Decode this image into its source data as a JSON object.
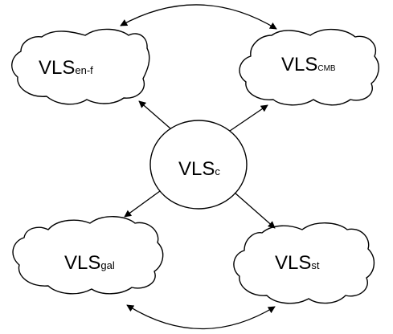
{
  "diagram": {
    "center": {
      "main": "VLS",
      "sub": "c"
    },
    "top_left": {
      "main": "VLS",
      "sub": "en-f"
    },
    "top_right": {
      "main": "VLS",
      "sub": "CMB"
    },
    "bottom_left": {
      "main": "VLS",
      "sub": "gal"
    },
    "bottom_right": {
      "main": "VLS",
      "sub": "st"
    }
  },
  "colors": {
    "stroke": "#000000",
    "fill": "#ffffff"
  }
}
